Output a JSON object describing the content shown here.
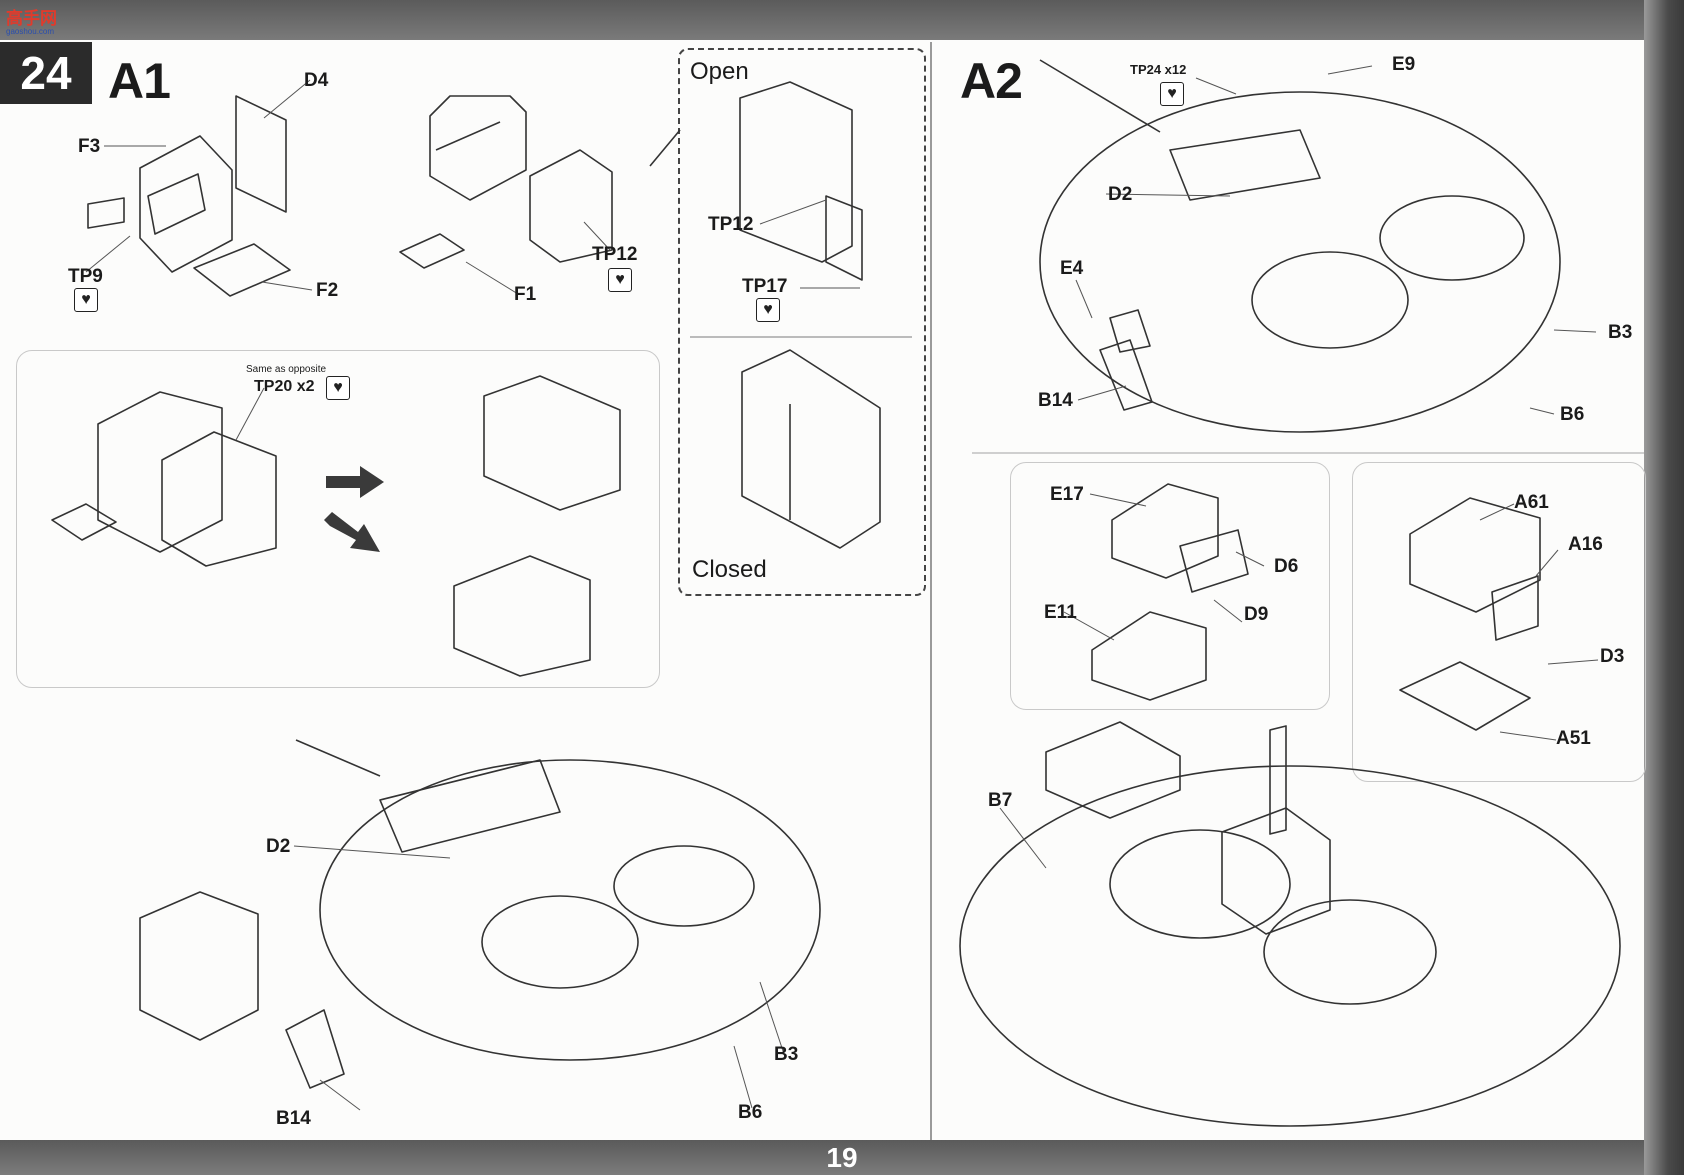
{
  "header": {
    "logo": "高手网",
    "logo_sub": "gaoshou.com"
  },
  "step": {
    "number": "24"
  },
  "sections": {
    "a1": "A1",
    "a2": "A2"
  },
  "a1_top": {
    "d4": "D4",
    "f3": "F3",
    "tp9": "TP9",
    "f2": "F2",
    "f1": "F1",
    "tp12": "TP12"
  },
  "option": {
    "open": "Open",
    "tp12": "TP12",
    "tp17": "TP17",
    "closed": "Closed"
  },
  "a1_sub": {
    "note": "Same as opposite",
    "tp20": "TP20 x2"
  },
  "a1_bottom": {
    "d2": "D2",
    "b14": "B14",
    "b3": "B3",
    "b6": "B6"
  },
  "a2_top": {
    "tp24": "TP24 x12",
    "e9": "E9",
    "d2": "D2",
    "e4": "E4",
    "b14": "B14",
    "b3": "B3",
    "b6": "B6"
  },
  "a2_left": {
    "e17": "E17",
    "d6": "D6",
    "d9": "D9",
    "e11": "E11"
  },
  "a2_right": {
    "a61": "A61",
    "a16": "A16",
    "d3": "D3",
    "a51": "A51"
  },
  "a2_bottom": {
    "b7": "B7"
  },
  "footer": {
    "page": "19"
  },
  "icons": {
    "photo_etch": "heart-etch-icon",
    "arrow": "assembly-arrow-icon"
  }
}
